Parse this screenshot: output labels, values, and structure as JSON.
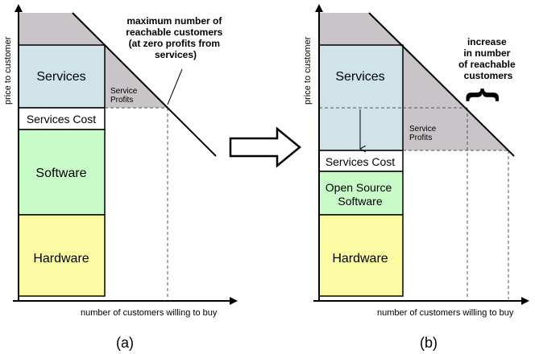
{
  "panel_a": {
    "y_axis_label": "price to customer",
    "x_axis_label": "number of customers willing to buy",
    "blocks": {
      "services": "Services",
      "services_cost": "Services Cost",
      "software": "Software",
      "hardware": "Hardware"
    },
    "service_profits": [
      "Service",
      "Profits"
    ],
    "annotation": [
      "maximum number of",
      "reachable customers",
      "(at zero profits from",
      "services)"
    ],
    "caption": "(a)"
  },
  "panel_b": {
    "y_axis_label": "price to customer",
    "x_axis_label": "number of customers willing to buy",
    "blocks": {
      "services": "Services",
      "services_cost": "Services Cost",
      "open_source_software": [
        "Open Source",
        "Software"
      ],
      "hardware": "Hardware"
    },
    "service_profits": [
      "Service",
      "Profits"
    ],
    "annotation": [
      "increase",
      "in number",
      "of reachable",
      "customers"
    ],
    "brace_glyph": "}",
    "caption": "(b)"
  },
  "colors": {
    "services": "#cfe3e8",
    "services_cost": "#ffffff",
    "software": "#c9fbc9",
    "hardware": "#fbfba4",
    "top_wedge": "#c8c4c8",
    "service_profits": "#c8c4c8"
  }
}
